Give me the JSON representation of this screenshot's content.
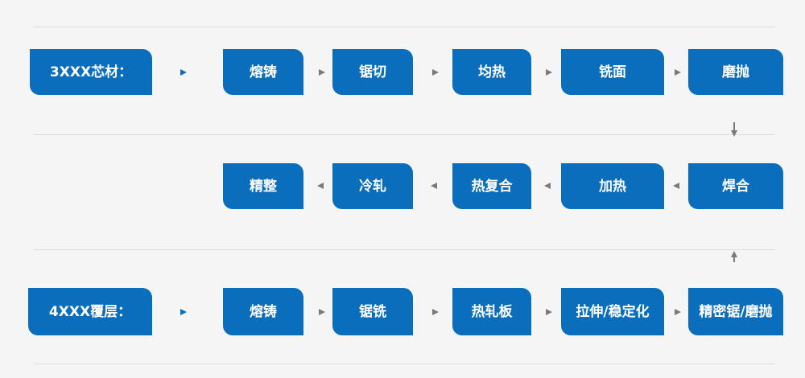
{
  "rows": {
    "core": {
      "label": "3XXX芯材：",
      "steps": [
        "熔铸",
        "锯切",
        "均热",
        "铣面",
        "磨抛"
      ]
    },
    "middle": {
      "steps": [
        "精整",
        "冷轧",
        "热复合",
        "加热",
        "焊合"
      ]
    },
    "clad": {
      "label": "4XXX覆层：",
      "steps": [
        "熔铸",
        "锯铣",
        "热轧板",
        "拉伸/稳定化",
        "精密锯/磨抛"
      ]
    }
  },
  "colors": {
    "box_blue": "#0a6ebd",
    "arrow_gray": "#7a7a7a",
    "background": "#f5f5f5",
    "divider": "#dcdcdc"
  }
}
